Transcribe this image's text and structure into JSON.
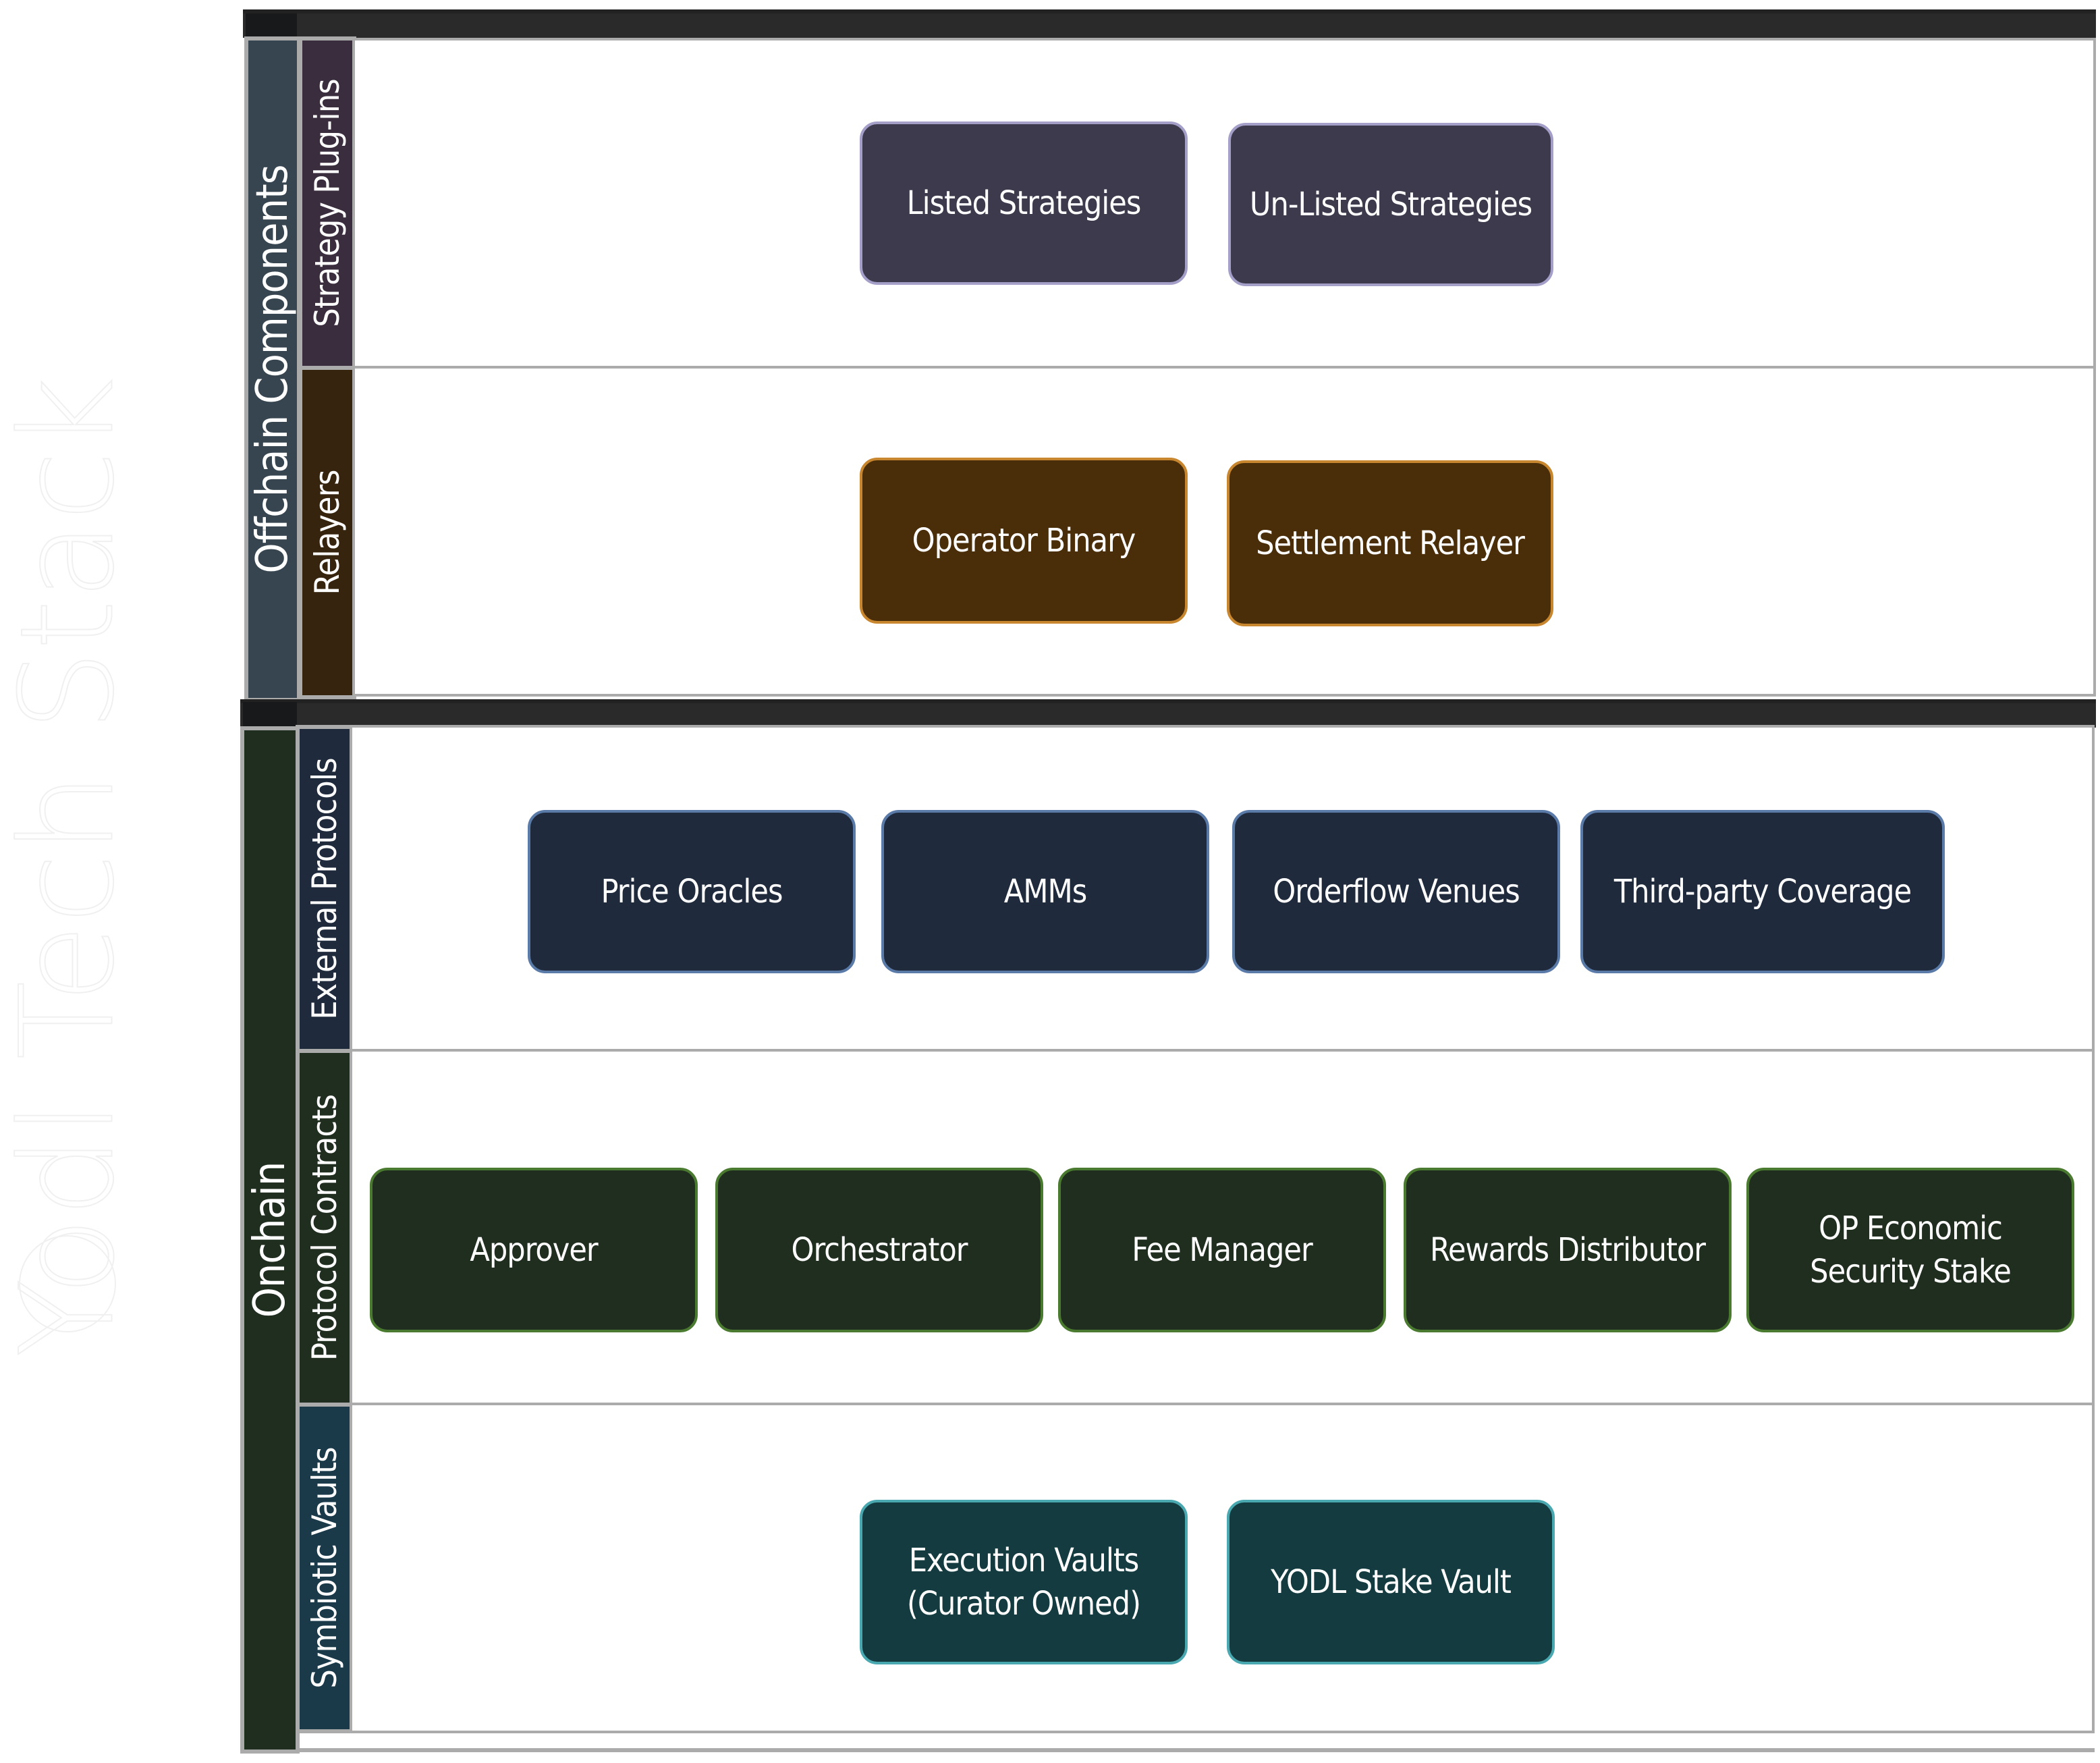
{
  "watermark": {
    "text": "Yodl Tech Stack",
    "logo_icon": "yodl-logo-icon"
  },
  "colors": {
    "offchain": "#374550",
    "onchain": "#202e1f",
    "strategy": "#3a2d3e",
    "relayers": "#37240e",
    "external": "#1f2a3c",
    "protocol": "#202e1f",
    "symbiotic": "#1a3a4a"
  },
  "groups": [
    {
      "label": "Offchain Components",
      "layers": [
        {
          "label": "Strategy Plug-ins",
          "items": [
            "Listed Strategies",
            "Un-Listed Strategies"
          ]
        },
        {
          "label": "Relayers",
          "items": [
            "Operator Binary",
            "Settlement Relayer"
          ]
        }
      ]
    },
    {
      "label": "Onchain",
      "layers": [
        {
          "label": "External Protocols",
          "items": [
            "Price Oracles",
            "AMMs",
            "Orderflow Venues",
            "Third-party Coverage"
          ]
        },
        {
          "label": "Protocol Contracts",
          "items": [
            "Approver",
            "Orchestrator",
            "Fee Manager",
            "Rewards Distributor",
            "OP Economic\nSecurity Stake"
          ]
        },
        {
          "label": "Symbiotic Vaults",
          "items": [
            "Execution Vaults\n(Curator Owned)",
            "YODL Stake Vault"
          ]
        }
      ]
    }
  ]
}
